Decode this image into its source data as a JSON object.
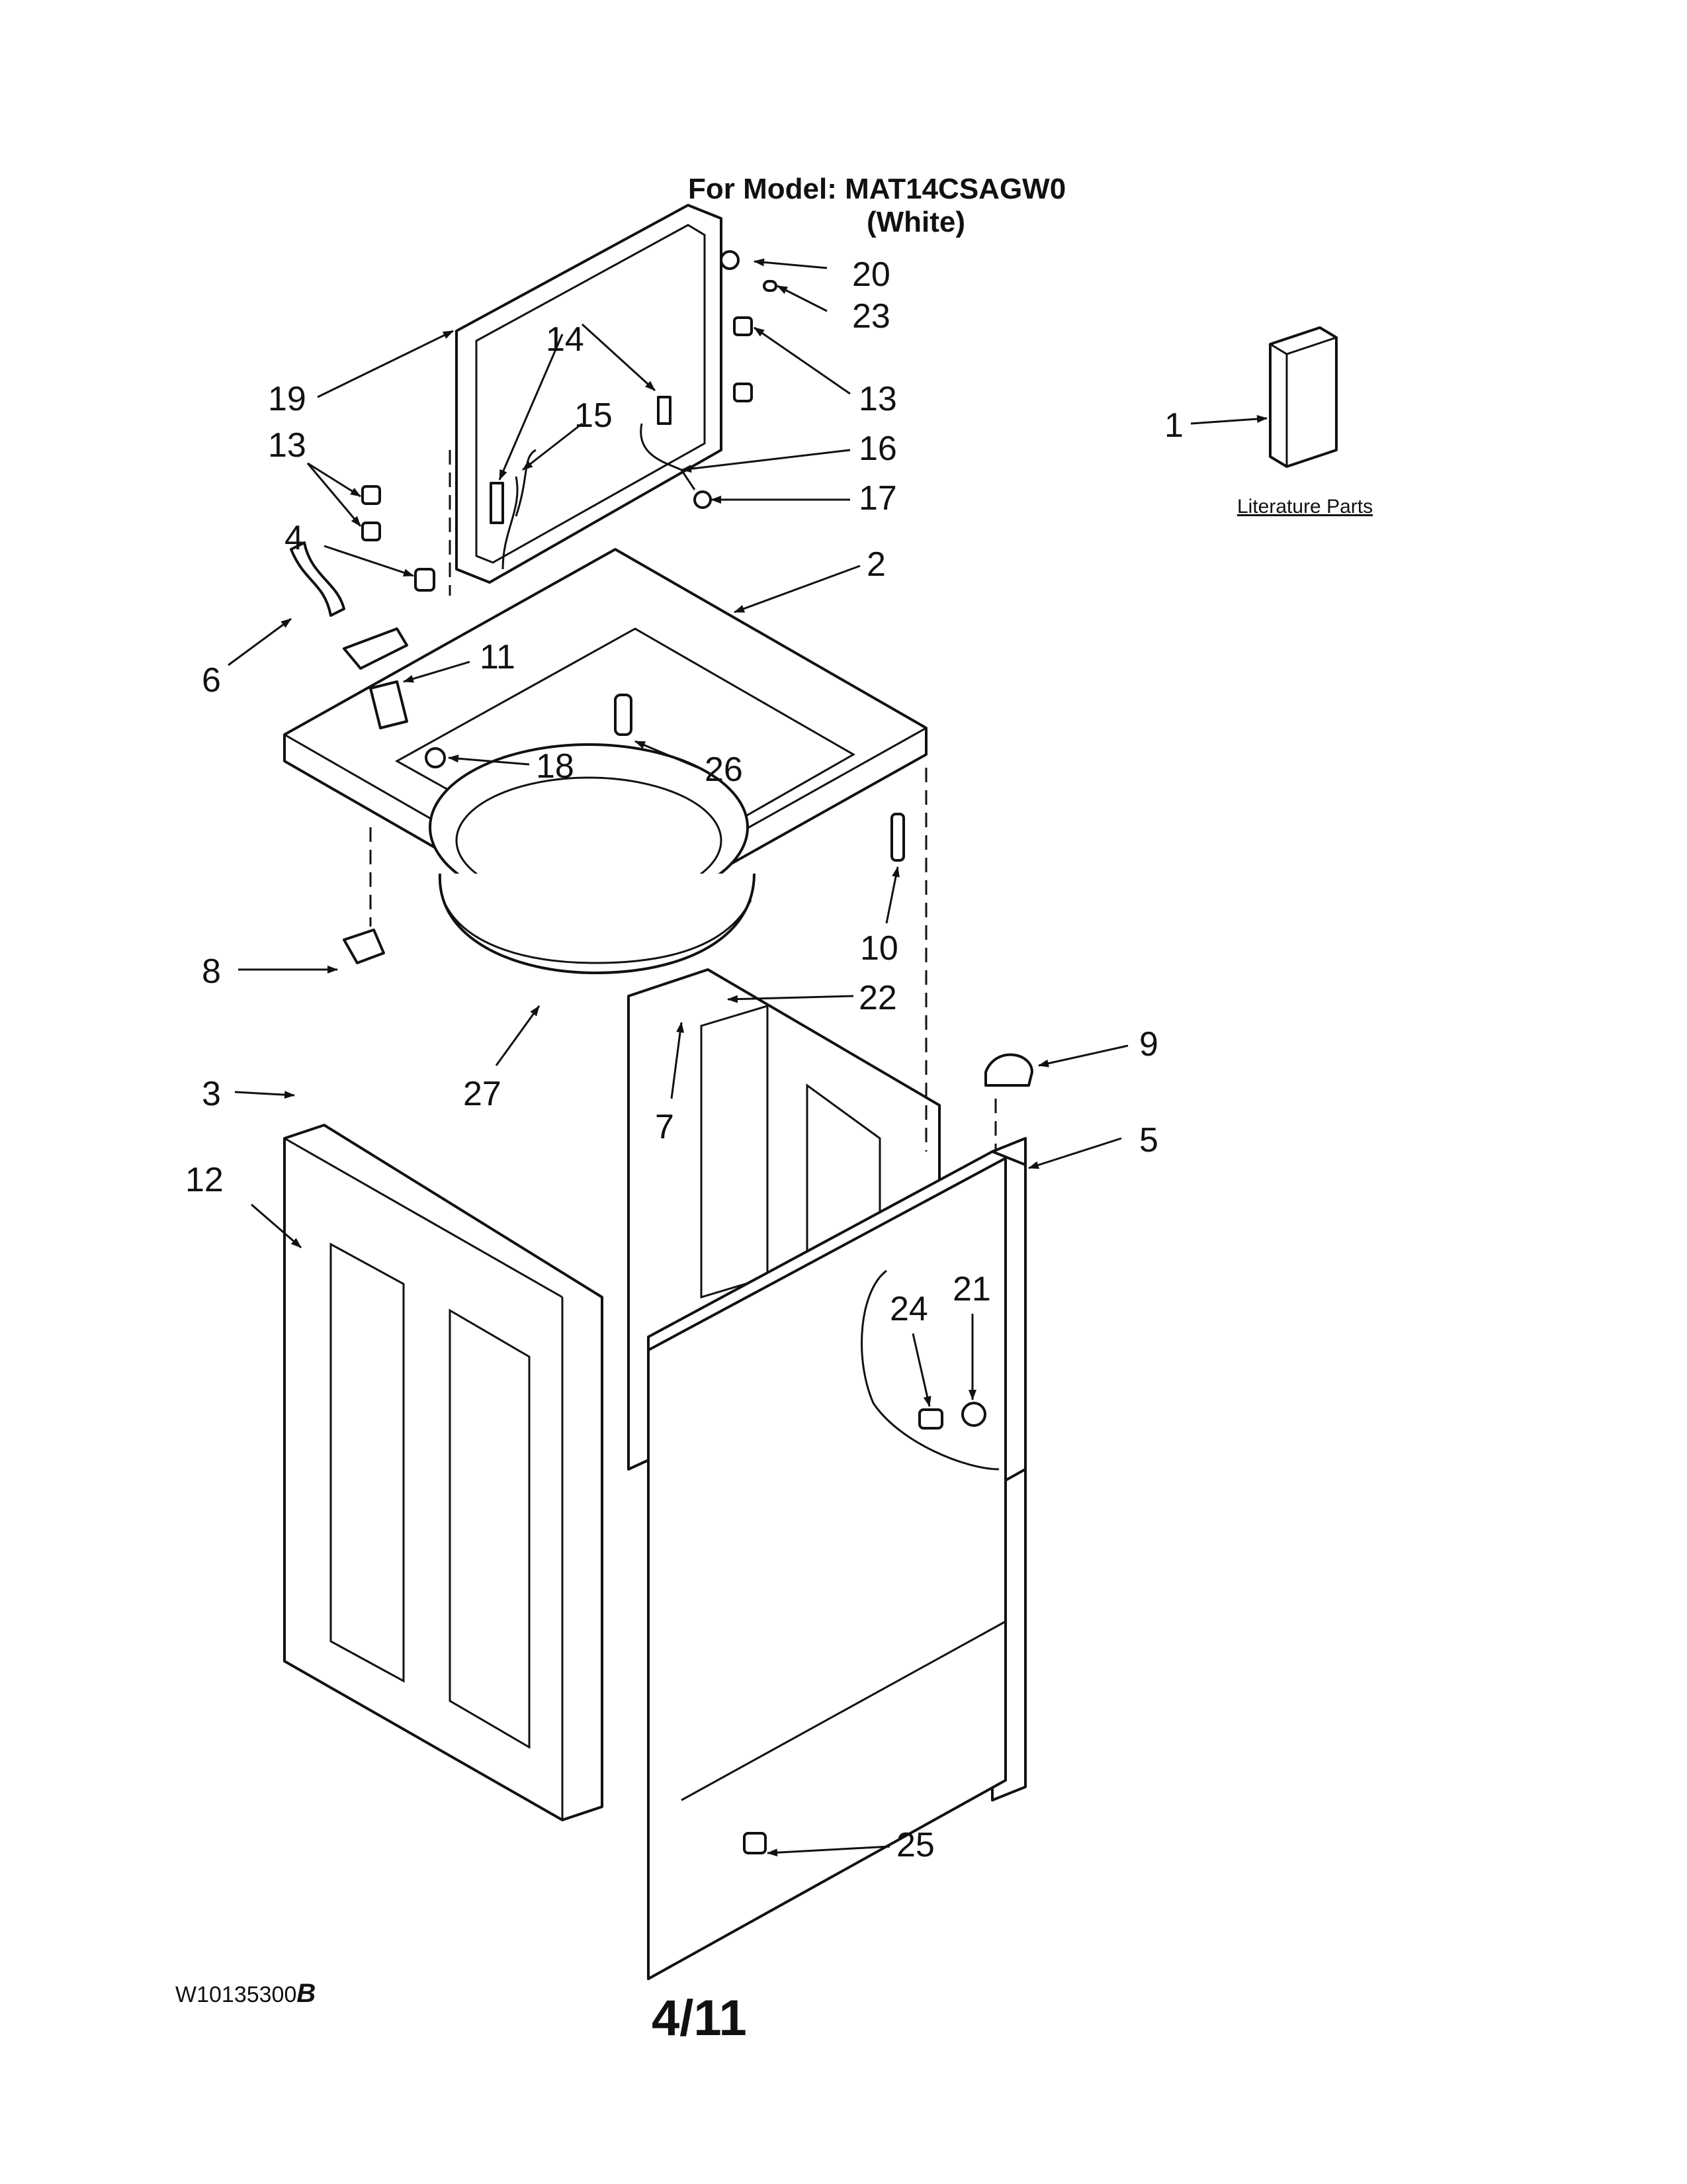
{
  "header": {
    "model_line": "For Model: MAT14CSAGW0",
    "color_line": "(White)"
  },
  "literature": {
    "label": "Literature Parts"
  },
  "callouts": [
    {
      "id": "c1",
      "label": "1"
    },
    {
      "id": "c2",
      "label": "2"
    },
    {
      "id": "c3",
      "label": "3"
    },
    {
      "id": "c4",
      "label": "4"
    },
    {
      "id": "c5",
      "label": "5"
    },
    {
      "id": "c6",
      "label": "6"
    },
    {
      "id": "c7",
      "label": "7"
    },
    {
      "id": "c8",
      "label": "8"
    },
    {
      "id": "c9",
      "label": "9"
    },
    {
      "id": "c10",
      "label": "10"
    },
    {
      "id": "c11",
      "label": "11"
    },
    {
      "id": "c12",
      "label": "12"
    },
    {
      "id": "c13a",
      "label": "13"
    },
    {
      "id": "c13b",
      "label": "13"
    },
    {
      "id": "c14",
      "label": "14"
    },
    {
      "id": "c15",
      "label": "15"
    },
    {
      "id": "c16",
      "label": "16"
    },
    {
      "id": "c17",
      "label": "17"
    },
    {
      "id": "c18",
      "label": "18"
    },
    {
      "id": "c19",
      "label": "19"
    },
    {
      "id": "c20",
      "label": "20"
    },
    {
      "id": "c21",
      "label": "21"
    },
    {
      "id": "c22",
      "label": "22"
    },
    {
      "id": "c23",
      "label": "23"
    },
    {
      "id": "c24",
      "label": "24"
    },
    {
      "id": "c25",
      "label": "25"
    },
    {
      "id": "c26",
      "label": "26"
    },
    {
      "id": "c27",
      "label": "27"
    }
  ],
  "footer": {
    "doc_code": "W10135300",
    "revision": "B",
    "page_number": "4/11"
  }
}
